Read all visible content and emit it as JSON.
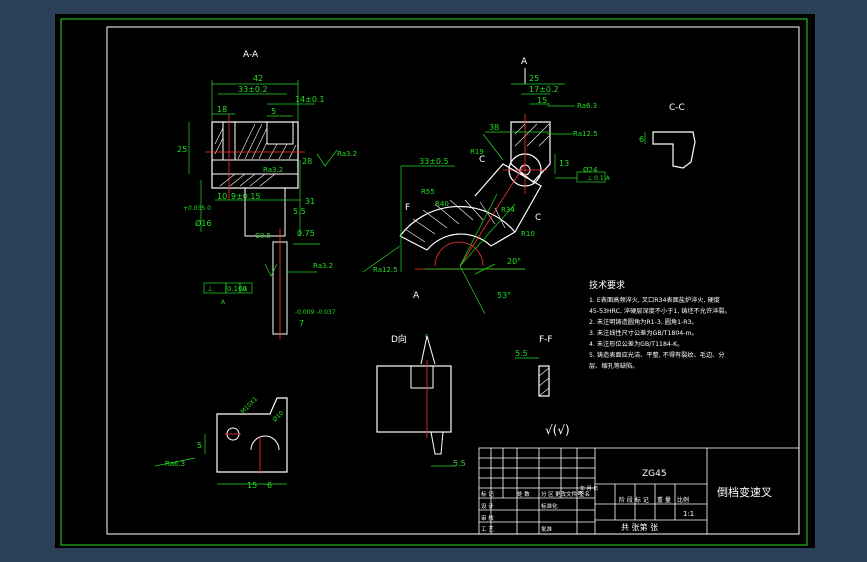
{
  "title_block": {
    "material": "ZG45",
    "part_name": "倒档变速叉",
    "scale": "1:1",
    "sheet_text": "共  张第  张",
    "row_labels": [
      "标 记",
      "设 计",
      "审 核",
      "工 艺"
    ],
    "row_headers": [
      "处 数",
      "分 区",
      "更改文件号",
      "签名",
      "年 月 日"
    ],
    "stage_headers": [
      "阶 段 标 记",
      "重 量",
      "比例"
    ],
    "std_label": "标准化",
    "approve_label": "批准"
  },
  "views": {
    "section_aa": "A-A",
    "section_cc": "C-C",
    "view_d": "D向",
    "section_ff": "F-F",
    "arrow_a": "A",
    "arrow_a2": "A",
    "arrow_c1": "C",
    "arrow_c2": "C",
    "arrow_f": "F"
  },
  "dims_aa": {
    "d42": "42",
    "d33": "33±0.2",
    "d14": "14±0.1",
    "d18": "18",
    "d5a": "5",
    "d25": "25",
    "d28": "28",
    "d10": "10",
    "d9": "9±0.15",
    "d5b": "5.5",
    "d31": "31",
    "d16": "Ø16",
    "tol": "+0.035 0",
    "ra32a": "Ra3.2",
    "ra32b": "Ra3.2",
    "c05": "C0.5",
    "d075": "0.75",
    "ra32c": "Ra3.2",
    "d7": "7",
    "tol2": "-0.009 -0.037",
    "gdt_sym": "⊥",
    "gdt_val": "0.100",
    "gdt_ref": "A",
    "datum": "A"
  },
  "dims_main": {
    "d25": "25",
    "d17": "17±0.2",
    "d15": "15",
    "ra63": "Ra6.3",
    "ra125a": "Ra12.5",
    "d38": "38",
    "d33": "33±0.5",
    "d13": "13",
    "d24": "Ø24",
    "r55": "R55",
    "r40": "R40",
    "r34": "R34",
    "r19": "R19",
    "r10": "R10",
    "ra125b": "Ra12.5",
    "ang20": "20°",
    "ang53": "53°",
    "gdt_box": "⊥ 0.1 A"
  },
  "dims_cc": {
    "d6": "6"
  },
  "dims_ff": {
    "d55": "5.5"
  },
  "dims_d": {
    "d55": "5.5",
    "letter": "c"
  },
  "dims_bl": {
    "d5": "5",
    "d15": "15",
    "d6": "6",
    "ra63": "Ra6.3",
    "m10": "M10X1",
    "d9": "Ø10"
  },
  "tech_req": {
    "title": "技术要求",
    "lines": [
      "1. E表面高频淬火, 叉口R34表面盐炉淬火, 硬度",
      "45-53HRC, 淬硬层深度不小于1, 铸坯不允许淬裂。",
      "2. 未注明铸造圆角为R1-3, 圆角1-R3。",
      "3. 未注线性尺寸公差为GB/T1804-m。",
      "4. 未注形位公差为GB/T1184-K。",
      "5. 铸造表面应光洁、平整, 不得有裂纹、毛边、分",
      "层、缩孔等缺陷。"
    ]
  },
  "roughness_symbol": "√(√)"
}
